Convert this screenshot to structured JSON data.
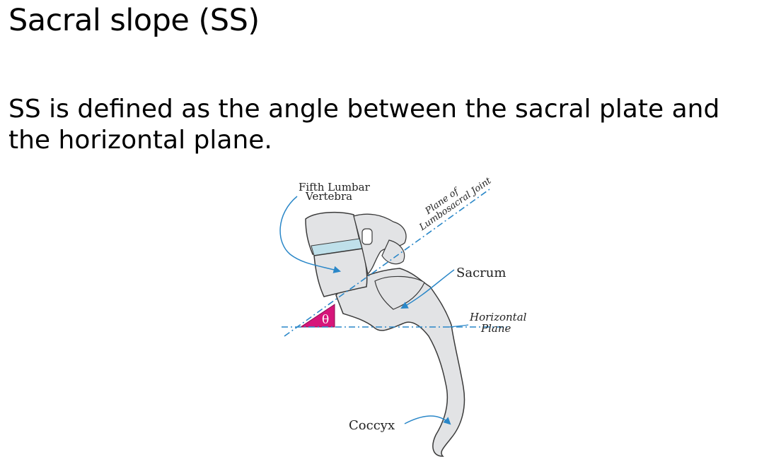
{
  "slide": {
    "title": "Sacral slope (SS)",
    "body": "SS is defined as the angle between the sacral plate and the horizontal plane."
  },
  "figure": {
    "labels": {
      "fifth_lumbar_line1": "Fifth Lumbar",
      "fifth_lumbar_line2": "Vertebra",
      "plane_line1": "Plane of",
      "plane_line2": "Lumbosacral Joint",
      "sacrum": "Sacrum",
      "horizontal_line1": "Horizontal",
      "horizontal_line2": "Plane",
      "coccyx": "Coccyx",
      "angle": "θ"
    },
    "colors": {
      "bone": "#e2e3e5",
      "bone_outline": "#3a3a3a",
      "disc": "#bfe0ea",
      "guide_line": "#2a87c8",
      "angle_fill": "#d6157a"
    }
  }
}
